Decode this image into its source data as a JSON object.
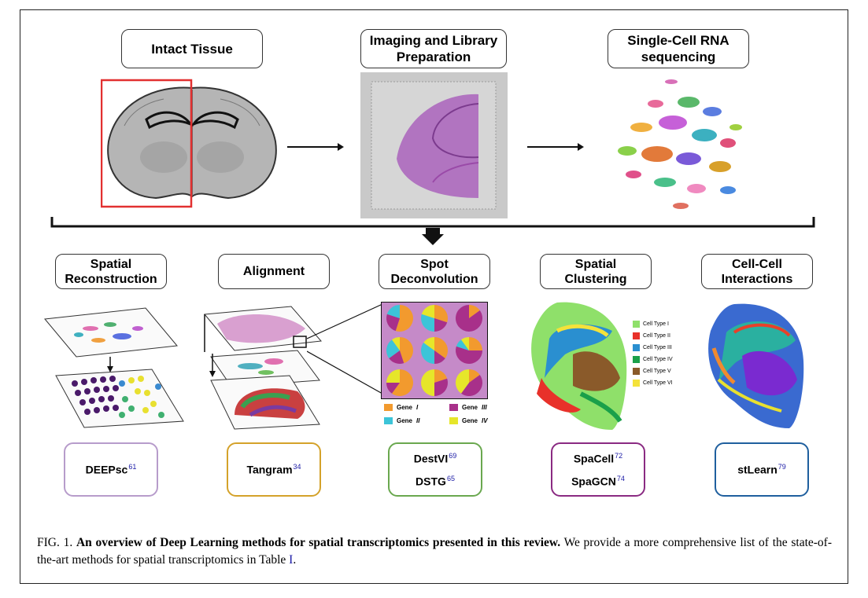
{
  "figure": {
    "top_stages": [
      {
        "label": "Intact Tissue"
      },
      {
        "label": "Imaging and Library\nPreparation"
      },
      {
        "label": "Single-Cell RNA\nsequencing"
      }
    ],
    "analysis_tasks": [
      {
        "label": "Spatial\nReconstruction"
      },
      {
        "label": "Alignment"
      },
      {
        "label": "Spot\nDeconvolution"
      },
      {
        "label": "Spatial\nClustering"
      },
      {
        "label": "Cell-Cell\nInteractions"
      }
    ],
    "methods": [
      {
        "entries": [
          {
            "name": "DEEPsc",
            "ref": "61"
          }
        ],
        "color": "#b79ccb"
      },
      {
        "entries": [
          {
            "name": "Tangram",
            "ref": "34"
          }
        ],
        "color": "#d4a22a"
      },
      {
        "entries": [
          {
            "name": "DestVI",
            "ref": "69"
          },
          {
            "name": "DSTG",
            "ref": "65"
          }
        ],
        "color": "#6aa84f"
      },
      {
        "entries": [
          {
            "name": "SpaCell",
            "ref": "72"
          },
          {
            "name": "SpaGCN",
            "ref": "74"
          }
        ],
        "color": "#8a2a82"
      },
      {
        "entries": [
          {
            "name": "stLearn",
            "ref": "79"
          }
        ],
        "color": "#1f5f9e"
      }
    ],
    "cell_type_legend": [
      {
        "label": "Cell Type I",
        "color": "#8fe06a"
      },
      {
        "label": "Cell Type II",
        "color": "#e8312a"
      },
      {
        "label": "Cell Type III",
        "color": "#2a8fd0"
      },
      {
        "label": "Cell Type IV",
        "color": "#1aa04a"
      },
      {
        "label": "Cell Type V",
        "color": "#8a5a2a"
      },
      {
        "label": "Cell Type VI",
        "color": "#f4e23a"
      }
    ],
    "gene_legend": [
      {
        "prefix": "Gene",
        "numeral": "I",
        "color": "#f29a2e"
      },
      {
        "prefix": "Gene",
        "numeral": "III",
        "color": "#a8308a"
      },
      {
        "prefix": "Gene",
        "numeral": "II",
        "color": "#3cc4d8"
      },
      {
        "prefix": "Gene",
        "numeral": "IV",
        "color": "#e6e62a"
      }
    ]
  },
  "caption": {
    "label": "FIG. 1.",
    "bold_text": "An overview of Deep Learning methods for spatial transcriptomics presented in this review.",
    "text": "We provide a more comprehensive list of the state-of-the-art methods for spatial transcriptomics in Table",
    "table_ref": "I",
    "end": "."
  }
}
